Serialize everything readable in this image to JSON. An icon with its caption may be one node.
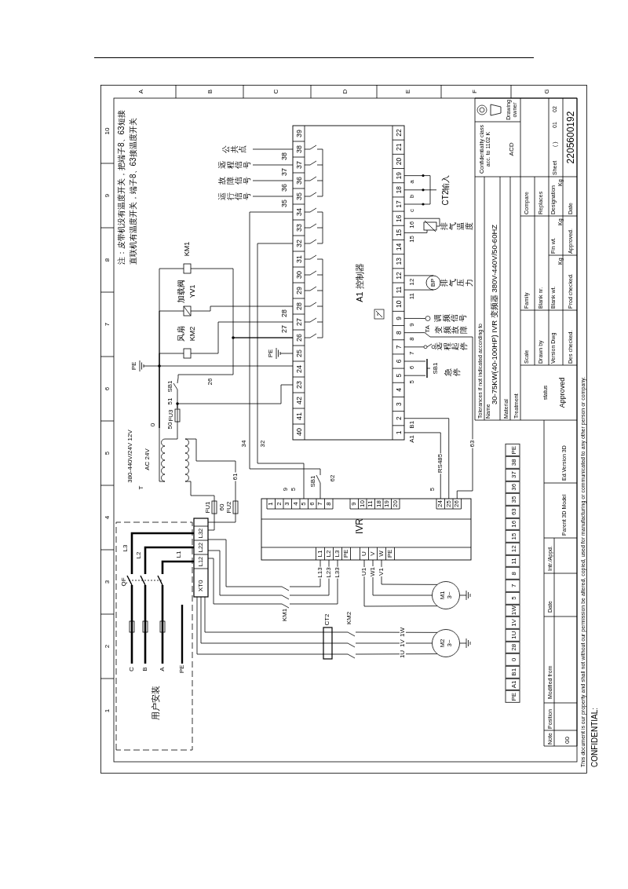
{
  "diagram": {
    "nodes": [
      {
        "text": [
          "A1 控制器"
        ]
      },
      {
        "text": [
          "运行信号"
        ]
      },
      {
        "text": [
          "故障信号"
        ]
      },
      {
        "text": [
          "远程信号"
        ]
      },
      {
        "text": [
          "公共点"
        ]
      },
      {
        "text": [
          "KM1"
        ]
      },
      {
        "text": [
          "加载阀",
          "YV1"
        ]
      },
      {
        "text": [
          "风扇",
          "KM2"
        ]
      },
      {
        "text": [
          "PE"
        ]
      },
      {
        "text": [
          "PE"
        ]
      },
      {
        "text": [
          "SB1"
        ]
      },
      {
        "text": [
          "FU3"
        ]
      },
      {
        "text": [
          "T",
          "380-440V/24V 12V",
          "AC 24V"
        ]
      },
      {
        "text": [
          "FU1"
        ]
      },
      {
        "text": [
          "FU2"
        ]
      },
      {
        "text": [
          "用户安装"
        ]
      },
      {
        "text": [
          "QF"
        ],
        "in": 15
      },
      {
        "text": [
          "XT0",
          "L12",
          "L22",
          "L32"
        ]
      },
      {
        "text": [
          "SB1"
        ]
      },
      {
        "text": [
          "IVR"
        ]
      },
      {
        "text": [
          "KM1"
        ]
      },
      {
        "text": [
          "CT2"
        ]
      },
      {
        "text": [
          "KM2"
        ]
      },
      {
        "text": [
          "M1 3~"
        ]
      },
      {
        "text": [
          "M2 3~"
        ]
      },
      {
        "text": [
          "SB1"
        ],
        "beside": [
          "急停"
        ]
      },
      {
        "text": [
          "远程起停"
        ]
      },
      {
        "text": [
          "TA",
          "变频故障"
        ]
      },
      {
        "text": [
          "调频信号"
        ]
      },
      {
        "text": [
          "BP",
          "排气压力"
        ]
      },
      {
        "text": [
          "排气温度"
        ]
      },
      {
        "text": [
          "CT2输入"
        ]
      }
    ],
    "edges": [
      {
        "from": 1,
        "to": 0,
        "arrow": "none"
      },
      {
        "from": 2,
        "to": 0,
        "arrow": "none"
      },
      {
        "from": 3,
        "to": 0,
        "arrow": "none"
      },
      {
        "from": 4,
        "to": 0,
        "arrow": "none"
      },
      {
        "from": 12,
        "to": 5,
        "arrow": "none"
      },
      {
        "from": 12,
        "to": 6,
        "arrow": "none"
      },
      {
        "from": 12,
        "to": 7,
        "arrow": "none"
      },
      {
        "from": 5,
        "to": 0,
        "arrow": "none"
      },
      {
        "from": 6,
        "to": 0,
        "arrow": "none"
      },
      {
        "from": 7,
        "to": 0,
        "arrow": "none"
      },
      {
        "from": 8,
        "to": 0,
        "arrow": "none"
      },
      {
        "from": 9,
        "to": 0,
        "arrow": "none"
      },
      {
        "from": 10,
        "to": 0,
        "arrow": "none",
        "label": "26"
      },
      {
        "from": 11,
        "to": 0,
        "arrow": "none"
      },
      {
        "from": 12,
        "to": 11,
        "arrow": "none",
        "label": "50"
      },
      {
        "from": 11,
        "to": 10,
        "arrow": "none",
        "label": "51"
      },
      {
        "from": 17,
        "to": 13,
        "arrow": "none",
        "label": "60"
      },
      {
        "from": 17,
        "to": 14,
        "arrow": "none"
      },
      {
        "from": 13,
        "to": 12,
        "arrow": "none"
      },
      {
        "from": 14,
        "to": 12,
        "arrow": "none",
        "label": "61"
      },
      {
        "from": null,
        "to": 16,
        "arrow": "none",
        "label": "C",
        "style": "thick"
      },
      {
        "from": null,
        "to": 16,
        "arrow": "none",
        "label": "B",
        "style": "thick"
      },
      {
        "from": null,
        "to": 16,
        "arrow": "none",
        "label": "A",
        "style": "thick"
      },
      {
        "from": 16,
        "to": 17,
        "arrow": "none",
        "label": "L3",
        "style": "thick"
      },
      {
        "from": 16,
        "to": 17,
        "arrow": "none",
        "label": "L2",
        "style": "thick"
      },
      {
        "from": 16,
        "to": 17,
        "arrow": "none",
        "label": "L1",
        "style": "thick"
      },
      {
        "from": 17,
        "to": 20,
        "arrow": "none"
      },
      {
        "from": 17,
        "to": 20,
        "arrow": "none"
      },
      {
        "from": 17,
        "to": 20,
        "arrow": "none"
      },
      {
        "from": 17,
        "to": 21,
        "arrow": "none"
      },
      {
        "from": 17,
        "to": 21,
        "arrow": "none"
      },
      {
        "from": 17,
        "to": 21,
        "arrow": "none"
      },
      {
        "from": 21,
        "to": 22,
        "arrow": "none"
      },
      {
        "from": 21,
        "to": 22,
        "arrow": "none"
      },
      {
        "from": 21,
        "to": 22,
        "arrow": "none"
      },
      {
        "from": 20,
        "to": 19,
        "arrow": "none",
        "label": "L13"
      },
      {
        "from": 20,
        "to": 19,
        "arrow": "none",
        "label": "L23"
      },
      {
        "from": 20,
        "to": 19,
        "arrow": "none",
        "label": "L33"
      },
      {
        "from": 19,
        "to": 23,
        "arrow": "none",
        "label": "U1"
      },
      {
        "from": 19,
        "to": 23,
        "arrow": "none",
        "label": "W1"
      },
      {
        "from": 19,
        "to": 23,
        "arrow": "none",
        "label": "V1"
      },
      {
        "from": 22,
        "to": 24,
        "arrow": "none",
        "label": "1U"
      },
      {
        "from": 22,
        "to": 24,
        "arrow": "none",
        "label": "1V"
      },
      {
        "from": 22,
        "to": 24,
        "arrow": "none",
        "label": "1W"
      },
      {
        "from": 0,
        "to": 18,
        "arrow": "none",
        "label": "34"
      },
      {
        "from": 0,
        "to": 19,
        "arrow": "none",
        "label": "32"
      },
      {
        "from": 18,
        "to": 19,
        "arrow": "none",
        "label": "62"
      },
      {
        "from": 0,
        "to": 19,
        "arrow": "none",
        "label": "RS485"
      },
      {
        "from": 0,
        "to": 19,
        "arrow": "none"
      },
      {
        "from": 27,
        "to": 19,
        "arrow": "none",
        "label": "63"
      },
      {
        "from": 25,
        "to": 0,
        "arrow": "none"
      },
      {
        "from": 25,
        "to": 0,
        "arrow": "none"
      },
      {
        "from": 26,
        "to": 0,
        "arrow": "none"
      },
      {
        "from": 27,
        "to": 0,
        "arrow": "none"
      },
      {
        "from": 28,
        "to": 0,
        "arrow": "none"
      },
      {
        "from": 29,
        "to": 0,
        "arrow": "none"
      },
      {
        "from": 29,
        "to": 0,
        "arrow": "none"
      },
      {
        "from": 30,
        "to": 0,
        "arrow": "none"
      },
      {
        "from": 30,
        "to": 0,
        "arrow": "none"
      },
      {
        "from": 31,
        "to": 0,
        "arrow": "none"
      },
      {
        "from": 31,
        "to": 0,
        "arrow": "none"
      },
      {
        "from": 31,
        "to": 0,
        "arrow": "none"
      }
    ],
    "labels": [
      "1",
      "2",
      "3",
      "4",
      "5",
      "6",
      "7",
      "8",
      "9",
      "10",
      "A",
      "B",
      "C",
      "D",
      "E",
      "F",
      "G",
      "注：皮带机没有温度开关，把端子8、63短接",
      "直联机有温度开关，端子8、63接温度开关",
      "40",
      "41",
      "42",
      "23",
      "24",
      "25",
      "26",
      "27",
      "28",
      "29",
      "30",
      "31",
      "32",
      "33",
      "34",
      "35",
      "36",
      "37",
      "38",
      "39",
      "1",
      "2",
      "3",
      "4",
      "5",
      "6",
      "7",
      "8",
      "9",
      "10",
      "11",
      "12",
      "13",
      "14",
      "15",
      "16",
      "17",
      "18",
      "19",
      "20",
      "21",
      "22",
      "35",
      "36",
      "37",
      "38",
      "27",
      "28",
      "1",
      "2",
      "3",
      "4",
      "5",
      "6",
      "7",
      "8",
      "9",
      "10",
      "11",
      "18",
      "19",
      "20",
      "24",
      "25",
      "26",
      "L1",
      "L2",
      "L3",
      "PE",
      "U",
      "V",
      "W",
      "PE",
      "A1",
      "B1",
      "5",
      "6",
      "7",
      "8",
      "9",
      "11",
      "12",
      "15",
      "16",
      "c",
      "b",
      "a",
      "9",
      "5",
      "5",
      "0",
      "PE",
      "PE",
      "A1",
      "B1",
      "0",
      "28",
      "1U",
      "1V",
      "1W",
      "5",
      "7",
      "8",
      "11",
      "12",
      "15",
      "16",
      "63",
      "35",
      "36",
      "37",
      "38",
      "PE",
      "Tolerances if not indicated according to",
      "Name",
      "30-75KW(40-100HP) IVR 变频器 380V-440V/50-60HZ",
      "Material",
      "Treatment",
      "Confidentiality class acc. to 1102 K",
      "ACD",
      "Drawing owner",
      "Scale",
      "Family",
      "Compare",
      "Drawn by",
      "Blank nr.",
      "Replaces",
      "status",
      "Version Dwg",
      "Blank wt.",
      "Kg",
      "Fin wt.",
      "Kg",
      "Designation",
      "Kg",
      "Sheet",
      "( )",
      "01",
      "02",
      "Approved",
      "Des checked.",
      "Prod checked.",
      "Approved.",
      "Date",
      "2205600192",
      "Note",
      "Position",
      "Modified from",
      "Date",
      "Intr./Appd.",
      "Parent 3D Model",
      "Ed.Version 3D",
      "00",
      "This document is our property and shall not without our permission be altered, copied, used for manufacturing or communicated to any other person or company.",
      "CONFIDENTIAL:"
    ]
  }
}
